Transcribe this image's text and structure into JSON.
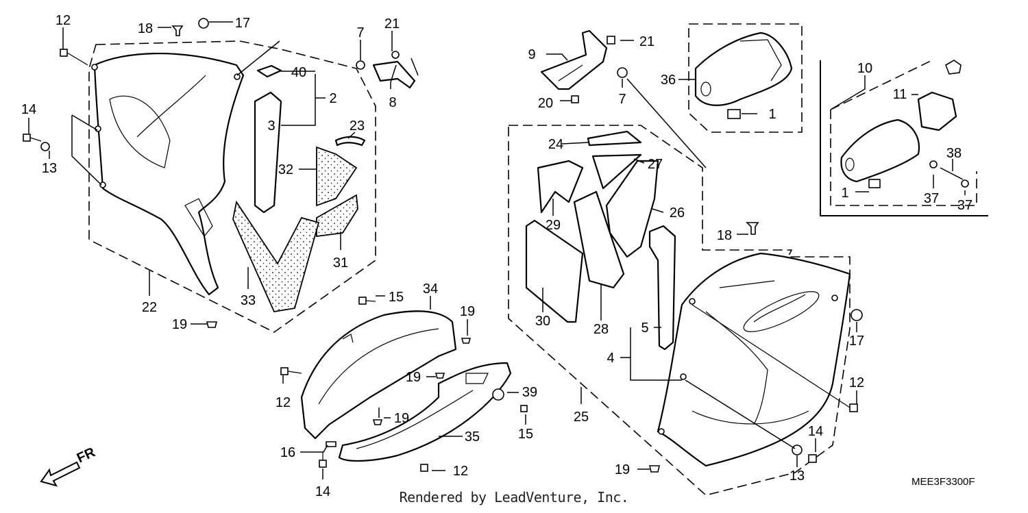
{
  "callouts": {
    "c12a": "12",
    "c18a": "18",
    "c17a": "17",
    "c7a": "7",
    "c21a": "21",
    "c40": "40",
    "c2": "2",
    "c3": "3",
    "c8": "8",
    "c14a": "14",
    "c13a": "13",
    "c23": "23",
    "c32": "32",
    "c31": "31",
    "c33": "33",
    "c22": "22",
    "c19a": "19",
    "c9": "9",
    "c21b": "21",
    "c20": "20",
    "c7b": "7",
    "c36": "36",
    "c1a": "1",
    "c10": "10",
    "c11": "11",
    "c38": "38",
    "c1b": "1",
    "c37a": "37",
    "c37b": "37",
    "c24": "24",
    "c27": "27",
    "c26": "26",
    "c29": "29",
    "c18b": "18",
    "c30": "30",
    "c28": "28",
    "c5": "5",
    "c4": "4",
    "c17b": "17",
    "c12b": "12",
    "c25": "25",
    "c14b": "14",
    "c13b": "13",
    "c19b": "19",
    "c15a": "15",
    "c34": "34",
    "c19c": "19",
    "c19d": "19",
    "c39": "39",
    "c12c": "12",
    "c19e": "19",
    "c15b": "15",
    "c16": "16",
    "c35": "35",
    "c14c": "14",
    "c12d": "12"
  },
  "direction_label": "FR",
  "footer": {
    "credit": "Rendered by LeadVenture, Inc.",
    "code": "MEE3F3300F"
  }
}
